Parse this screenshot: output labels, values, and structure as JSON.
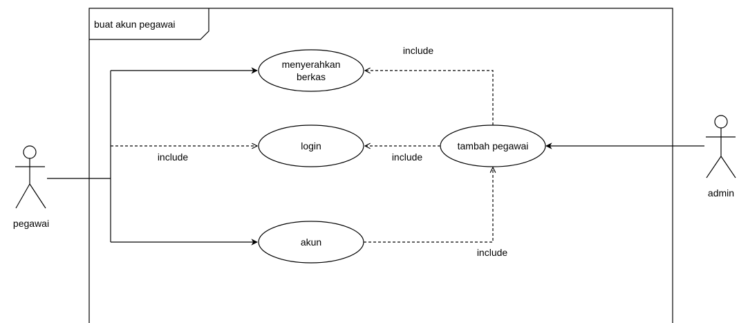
{
  "frame": {
    "title": "buat akun pegawai"
  },
  "actors": {
    "pegawai": {
      "label": "pegawai"
    },
    "admin": {
      "label": "admin"
    }
  },
  "usecases": {
    "menyerahkan_berkas": {
      "line1": "menyerahkan",
      "line2": "berkas"
    },
    "login": {
      "label": "login"
    },
    "akun": {
      "label": "akun"
    },
    "tambah_pegawai": {
      "label": "tambah pegawai"
    }
  },
  "relations": {
    "include_top": "include",
    "include_left_login": "include",
    "include_right_login": "include",
    "include_akun": "include"
  },
  "colors": {
    "stroke": "#000000",
    "background": "#ffffff"
  }
}
